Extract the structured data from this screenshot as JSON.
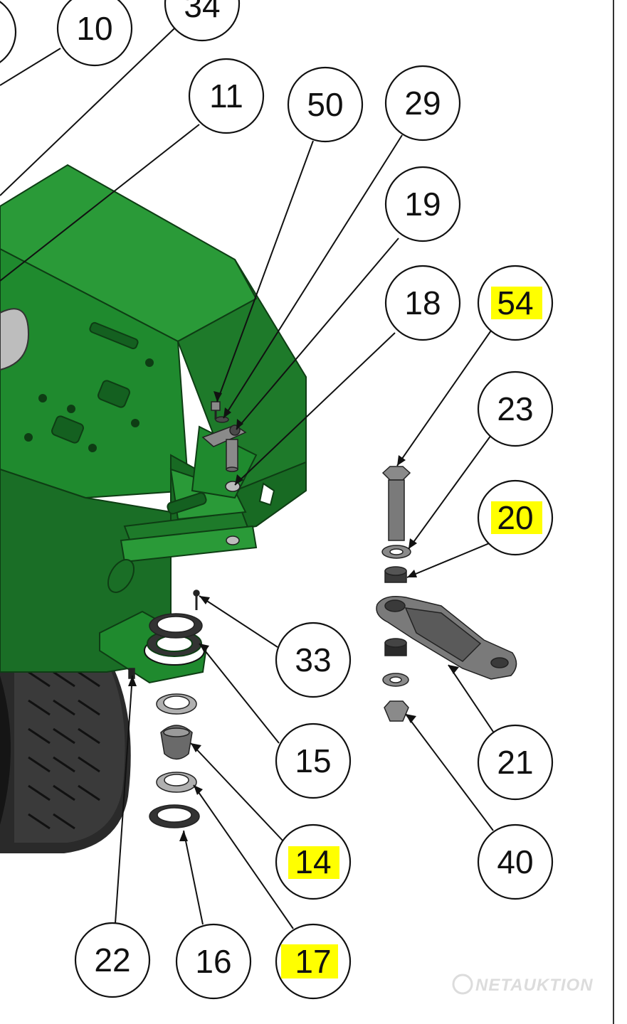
{
  "colors": {
    "body_green": "#1e7a2a",
    "body_green_dark": "#145a1e",
    "body_green_light": "#2a9a38",
    "part_grey": "#8a8a8a",
    "part_grey_dark": "#4a4a4a",
    "highlight": "#ffff00",
    "tire": "#2a2a2a"
  },
  "callouts": [
    {
      "id": "c34",
      "label": "34",
      "highlighted": false
    },
    {
      "id": "c10",
      "label": "10",
      "highlighted": false
    },
    {
      "id": "c11",
      "label": "11",
      "highlighted": false
    },
    {
      "id": "c50",
      "label": "50",
      "highlighted": false
    },
    {
      "id": "c29",
      "label": "29",
      "highlighted": false
    },
    {
      "id": "c19",
      "label": "19",
      "highlighted": false
    },
    {
      "id": "c18",
      "label": "18",
      "highlighted": false
    },
    {
      "id": "c54",
      "label": "54",
      "highlighted": true
    },
    {
      "id": "c23",
      "label": "23",
      "highlighted": false
    },
    {
      "id": "c20",
      "label": "20",
      "highlighted": true
    },
    {
      "id": "c33",
      "label": "33",
      "highlighted": false
    },
    {
      "id": "c15",
      "label": "15",
      "highlighted": false
    },
    {
      "id": "c21",
      "label": "21",
      "highlighted": false
    },
    {
      "id": "c14",
      "label": "14",
      "highlighted": true
    },
    {
      "id": "c40",
      "label": "40",
      "highlighted": false
    },
    {
      "id": "c22",
      "label": "22",
      "highlighted": false
    },
    {
      "id": "c16",
      "label": "16",
      "highlighted": false
    },
    {
      "id": "c17",
      "label": "17",
      "highlighted": true
    }
  ],
  "watermark": "NETAUKTION"
}
